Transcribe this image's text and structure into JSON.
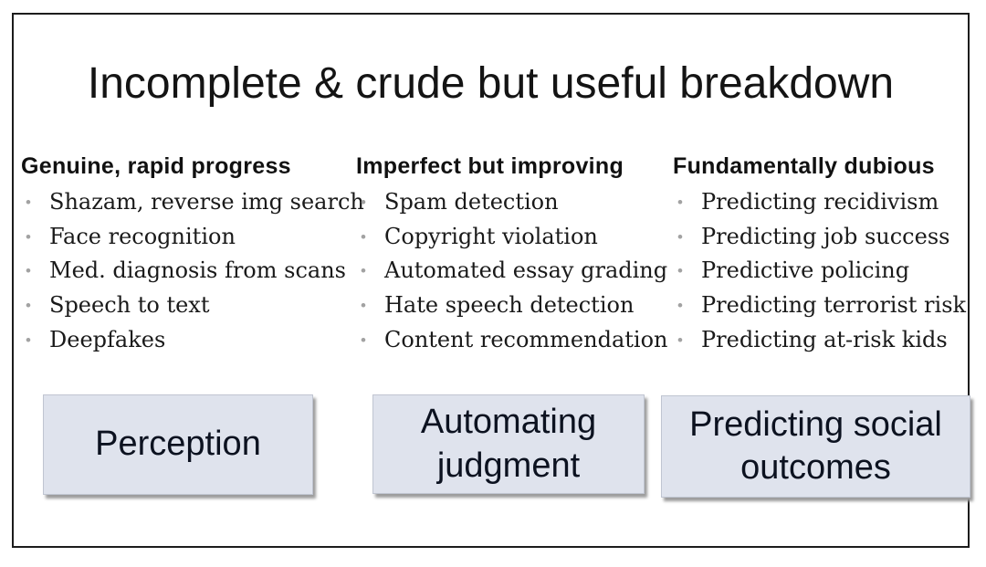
{
  "slide": {
    "title": "Incomplete & crude but useful breakdown",
    "bullet_glyph": "•",
    "columns": [
      {
        "header": "Genuine, rapid progress",
        "items": [
          "Shazam, reverse img search",
          "Face recognition",
          "Med. diagnosis from scans",
          "Speech to text",
          "Deepfakes"
        ],
        "box_label": "Perception"
      },
      {
        "header": "Imperfect but improving",
        "items": [
          "Spam detection",
          "Copyright violation",
          "Automated essay grading",
          "Hate speech detection",
          "Content recommendation"
        ],
        "box_label": "Automating judgment"
      },
      {
        "header": "Fundamentally dubious",
        "items": [
          "Predicting recidivism",
          "Predicting job success",
          "Predictive policing",
          "Predicting terrorist risk",
          "Predicting at-risk kids"
        ],
        "box_label": "Predicting social outcomes"
      }
    ],
    "colors": {
      "box_fill": "#dfe3ed",
      "box_border": "#c0c5d1",
      "box_text": "#0c1220",
      "bullet": "#a2a2a2",
      "text": "#141414",
      "slide_border": "#1c1c1c"
    }
  }
}
